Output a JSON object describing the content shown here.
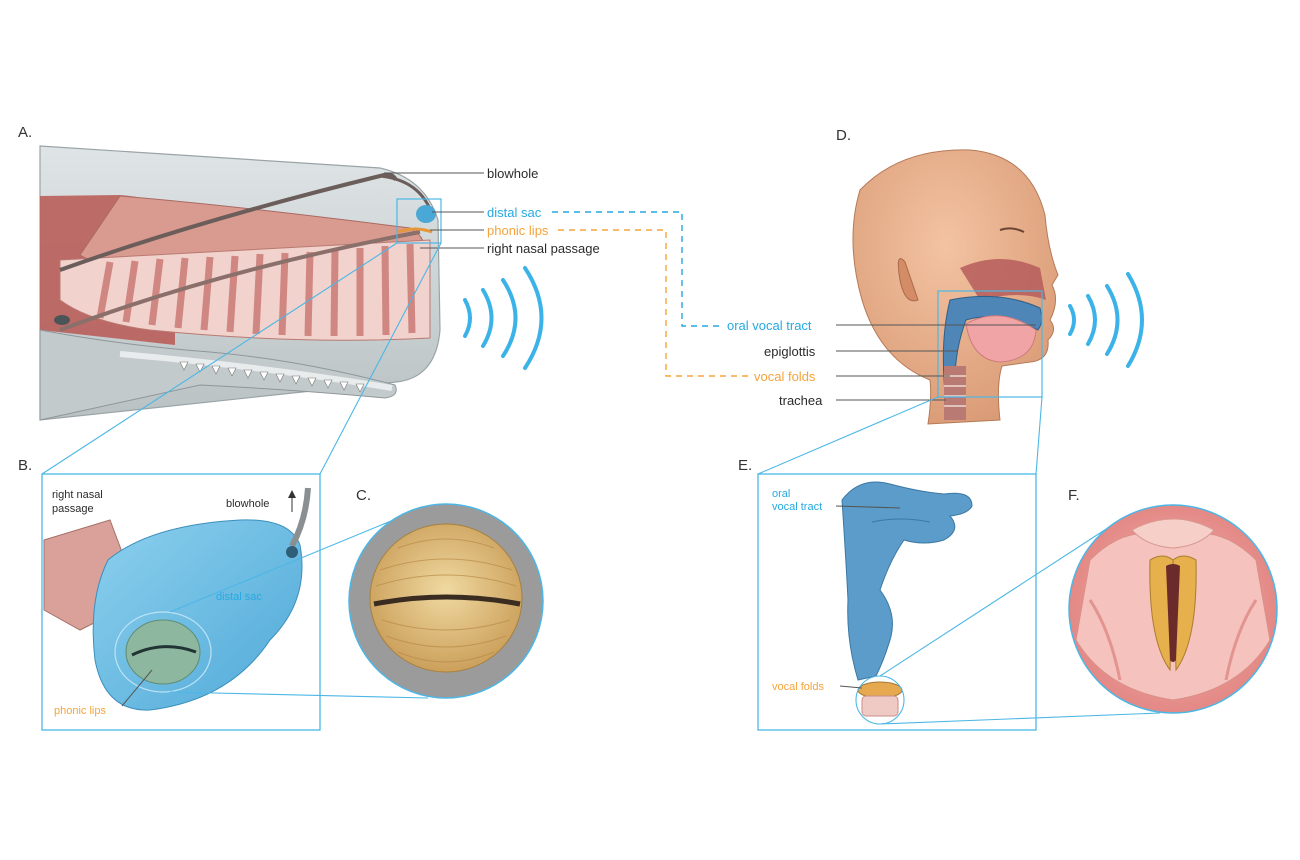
{
  "colors": {
    "label_blue": "#27a9e1",
    "label_orange": "#f5a43b",
    "label_dark": "#2b2b2b",
    "frame_blue": "#4cb7e6",
    "distal_sac_blue": "#6ebfe6",
    "muscle_red": "#c9716c",
    "skin": "#e9b08e"
  },
  "panels": {
    "a": "A.",
    "b": "B.",
    "c": "C.",
    "d": "D.",
    "e": "E.",
    "f": "F."
  },
  "whale": {
    "blowhole": "blowhole",
    "distal_sac": "distal sac",
    "phonic_lips": "phonic lips",
    "right_nasal_passage": "right nasal passage"
  },
  "detail_b": {
    "right_nasal_line1": "right nasal",
    "right_nasal_line2": "passage",
    "blowhole": "blowhole",
    "distal_sac": "distal sac",
    "phonic_lips": "phonic lips"
  },
  "human": {
    "oral_vocal_tract": "oral vocal tract",
    "epiglottis": "epiglottis",
    "vocal_folds": "vocal folds",
    "trachea": "trachea"
  },
  "detail_e": {
    "oral_line1": "oral",
    "oral_line2": "vocal tract",
    "vocal_folds": "vocal folds"
  },
  "icons": [
    "sound-waves-icon",
    "blowhole-arrow-icon"
  ]
}
